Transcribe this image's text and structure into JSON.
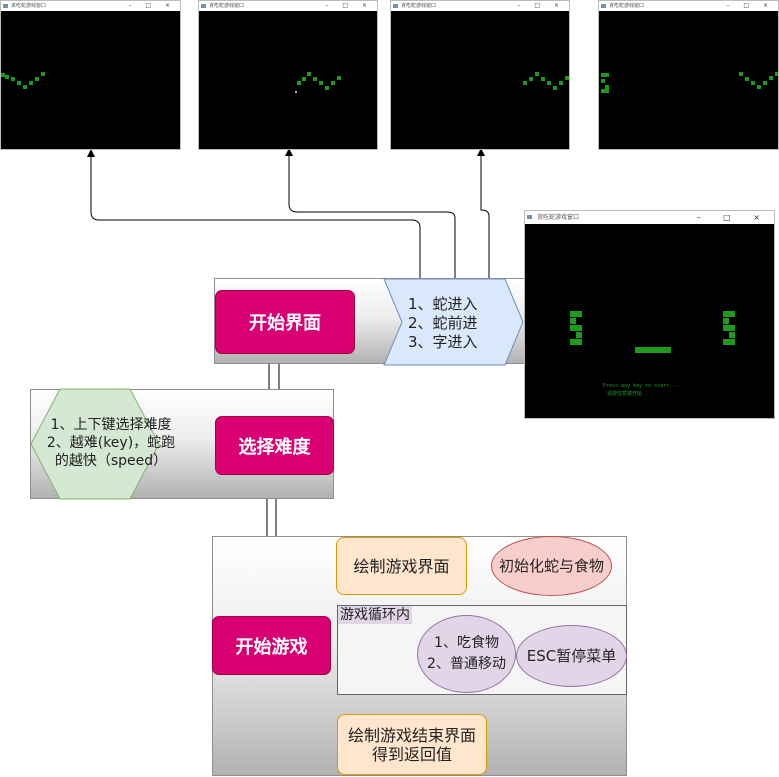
{
  "windows": {
    "small_title": "贪吃蛇游戏窗口",
    "big_title": "贪吃蛇游戏窗口",
    "controls": "– □ ×",
    "big_text": {
      "line1": "Press any key to start...",
      "line2": "请按任意键开始 . . ."
    }
  },
  "start_screen": {
    "main": "开始界面",
    "steps": [
      "1、蛇进入",
      "2、蛇前进",
      "3、字进入"
    ]
  },
  "difficulty": {
    "main": "选择难度",
    "note_line1": "1、上下键选择难度",
    "note_line2": "2、越难(key)，蛇跑",
    "note_line3": "的越快（speed）"
  },
  "game": {
    "main": "开始游戏",
    "draw_ui": "绘制游戏界面",
    "init": "初始化蛇与食物",
    "loop_label": "游戏循环内",
    "loop_items_line1": "1、吃食物",
    "loop_items_line2": "2、普通移动",
    "esc_menu": "ESC暂停菜单",
    "end_line1": "绘制游戏结束界面",
    "end_line2": "得到返回值"
  },
  "colors": {
    "accent_pink": "#d80073",
    "snake_green": "#1e9a1e",
    "step_blue": "#dae8fc",
    "orange_fill": "#ffe6cc",
    "red_fill": "#f8cecc",
    "purple_fill": "#e1d5e7",
    "hex_green": "#d5e8d4"
  },
  "icons": [
    "app-icon",
    "minimize-icon",
    "maximize-icon",
    "close-icon"
  ]
}
